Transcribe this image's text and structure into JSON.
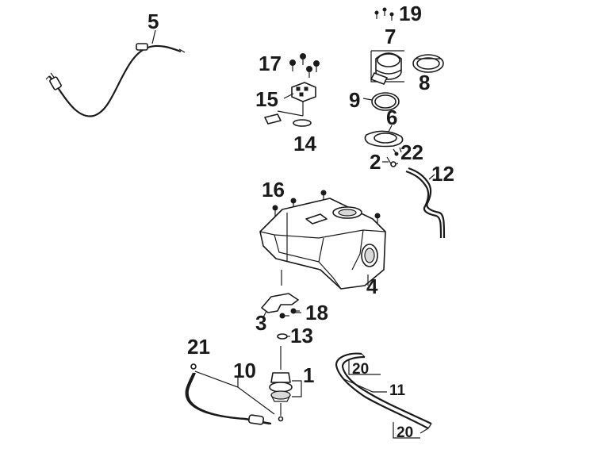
{
  "callouts": {
    "c1": "1",
    "c2": "2",
    "c3": "3",
    "c4": "4",
    "c5": "5",
    "c6": "6",
    "c7": "7",
    "c8": "8",
    "c9": "9",
    "c10": "10",
    "c11": "11",
    "c12": "12",
    "c13": "13",
    "c14": "14",
    "c15": "15",
    "c16": "16",
    "c17": "17",
    "c18": "18",
    "c19": "19",
    "c20a": "20",
    "c20b": "20",
    "c21": "21",
    "c22": "22"
  }
}
